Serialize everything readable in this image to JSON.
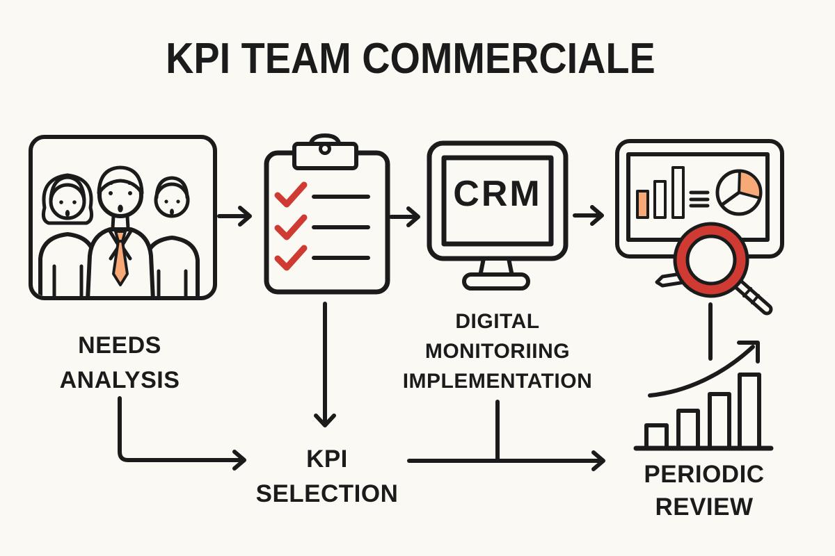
{
  "title": "KPI TEAM COMMERCIALE",
  "colors": {
    "bg": "#FBF9F4",
    "line": "#1B1B1B",
    "orange": "#F8A978",
    "red": "#CF3B33"
  },
  "diagram": {
    "steps": [
      {
        "id": "needs-analysis",
        "icon": "team-icon",
        "label": "NEEDS\nANALYSIS"
      },
      {
        "id": "kpi-selection",
        "icon": "checklist-icon",
        "label": "KPI\nSELECTION"
      },
      {
        "id": "digital-monitoring-implementation",
        "icon": "crm-monitor-icon",
        "screen_text": "CRM",
        "label": "DIGITAL\nMONITORIING\nIMPLEMENTATION"
      },
      {
        "id": "periodic-review",
        "icon": "dashboard-magnifier-icon",
        "label": "PERIODIC\nREVIEW"
      }
    ],
    "icons": [
      "team-icon",
      "right-arrow-icon",
      "checklist-icon",
      "down-arrow-icon",
      "crm-monitor-icon",
      "dashboard-icon",
      "bar-chart-icon",
      "pie-chart-icon",
      "menu-lines-icon",
      "magnifier-icon",
      "pen-icon",
      "growth-chart-icon",
      "elbow-arrow-icon"
    ]
  }
}
